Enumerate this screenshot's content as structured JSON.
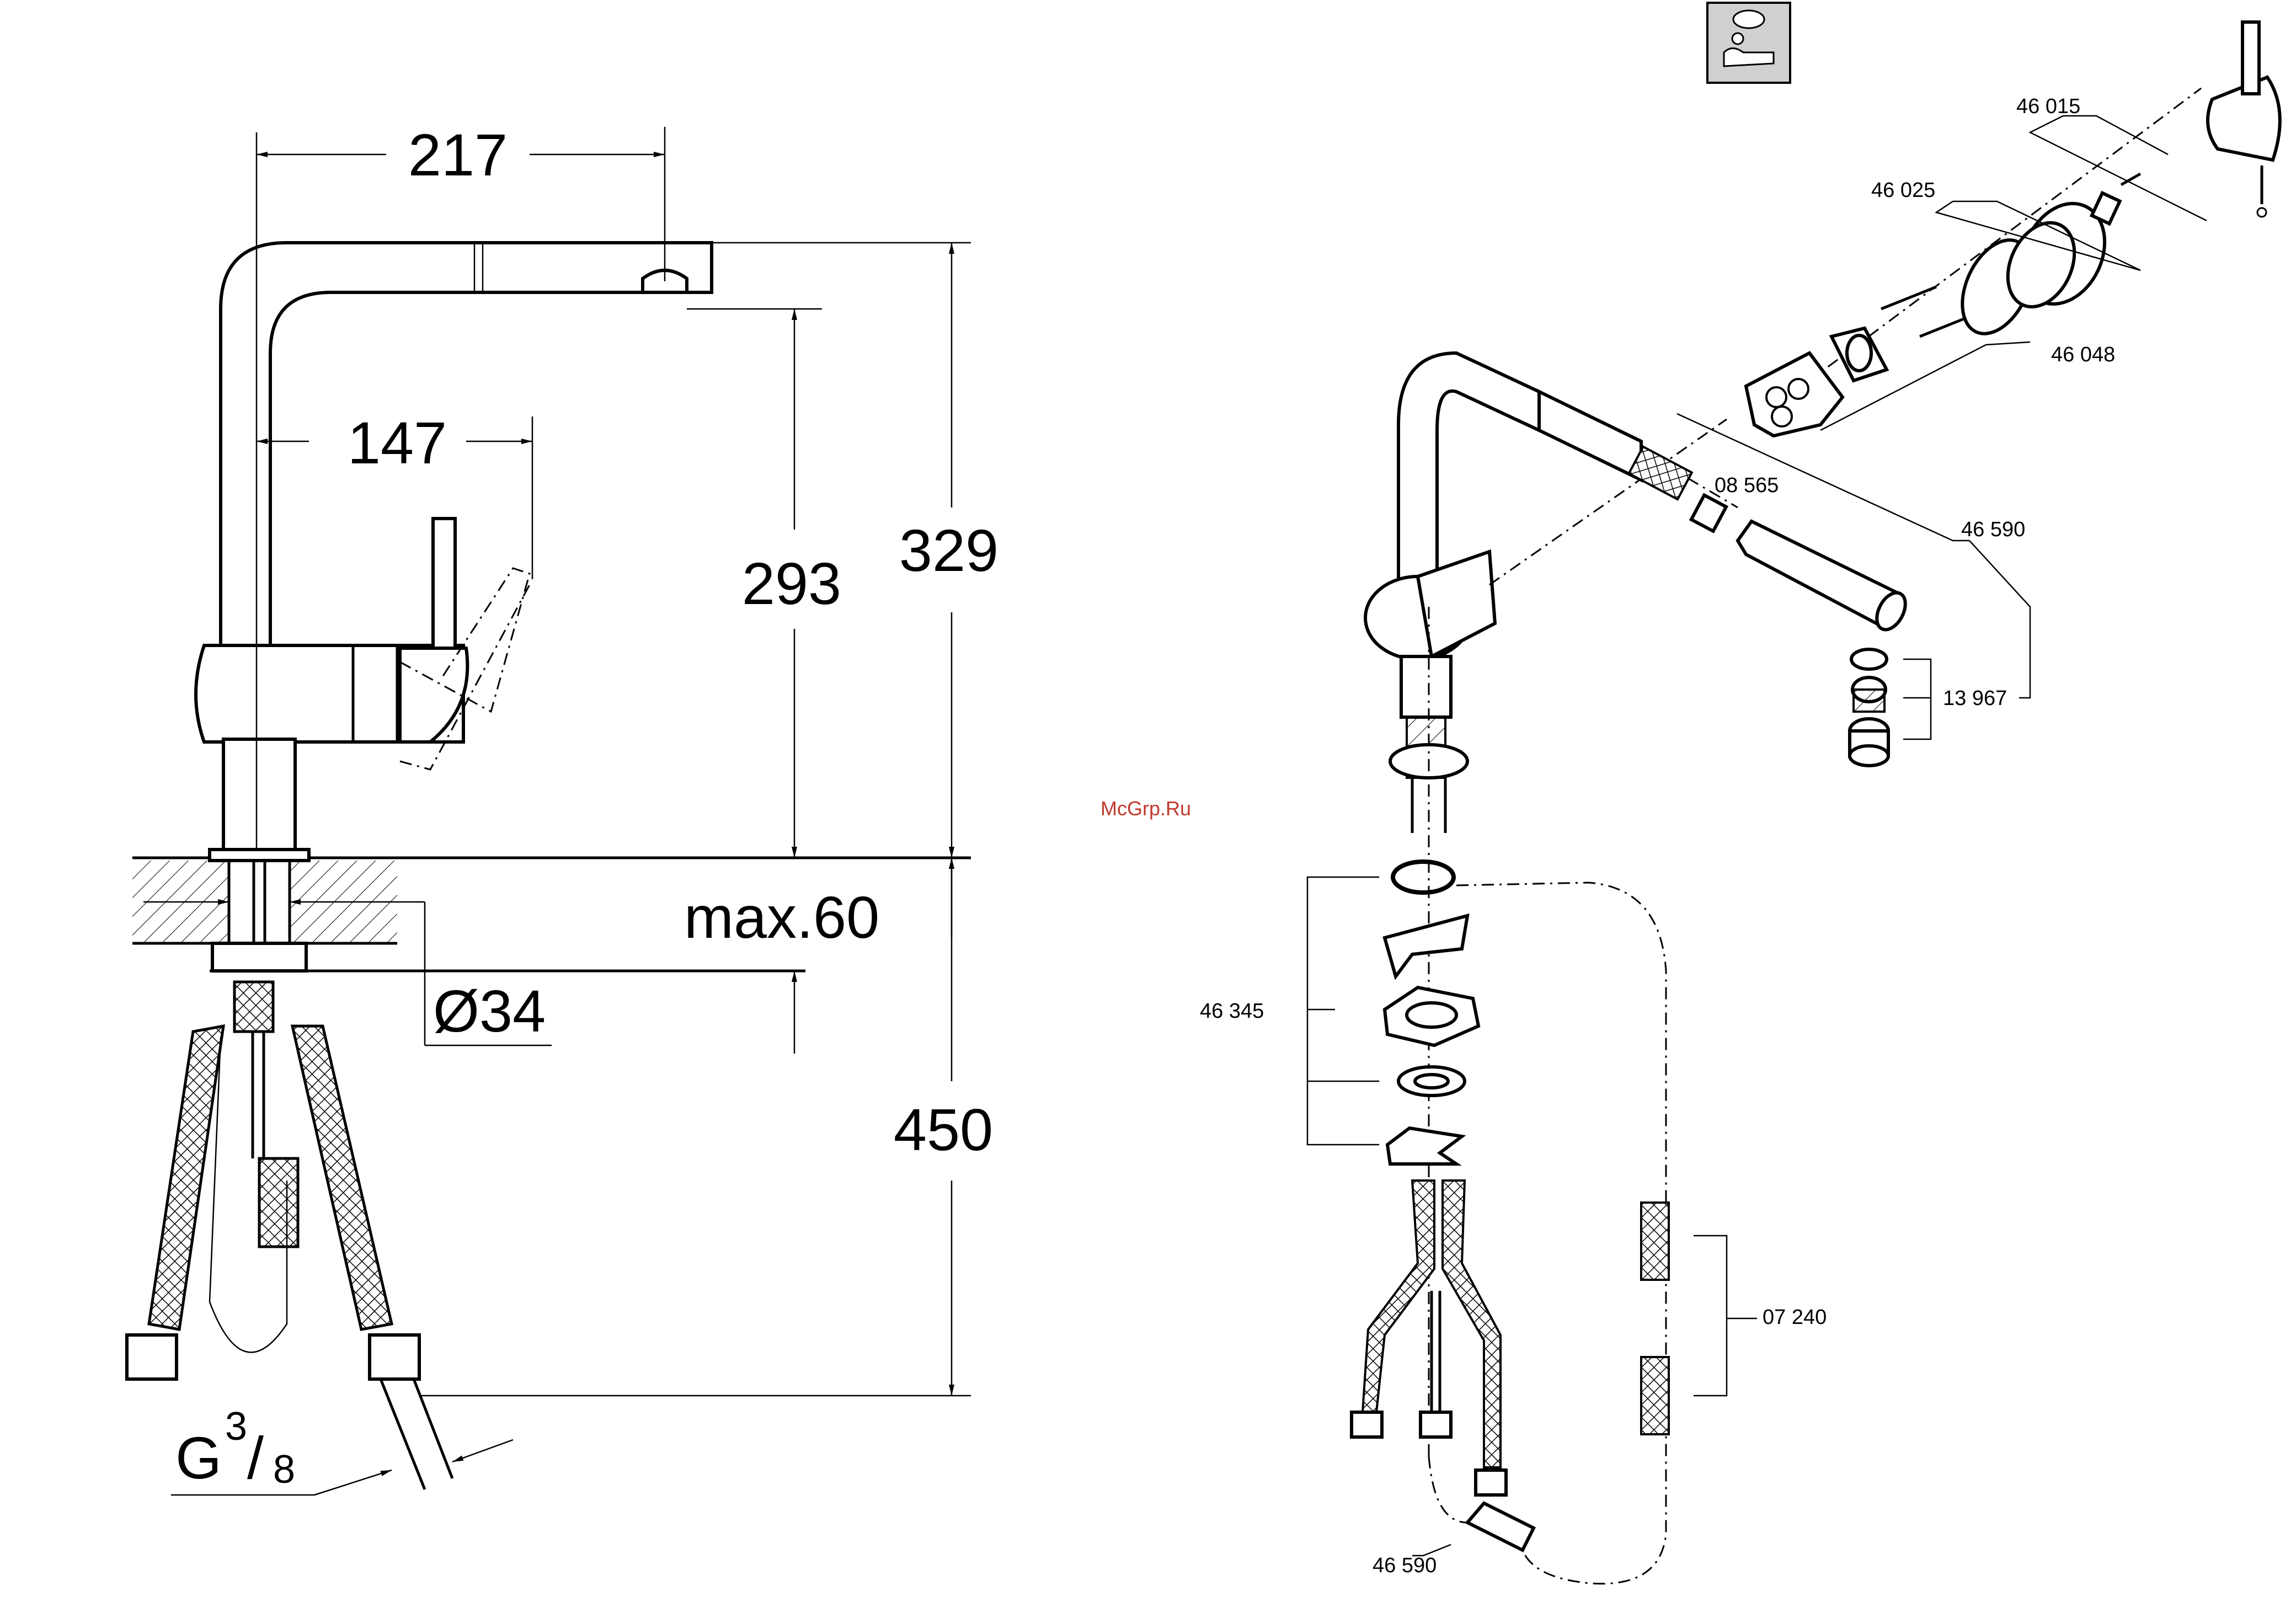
{
  "dimensions": {
    "d217": "217",
    "d147": "147",
    "d293": "293",
    "d329": "329",
    "max60": "max.60",
    "dia34": "Ø34",
    "d450": "450",
    "thread_g": "G",
    "thread_num": "3",
    "thread_den": "8"
  },
  "parts": {
    "p46015": "46 015",
    "p46025": "46 025",
    "p46048": "46 048",
    "p08565": "08 565",
    "p46590_top": "46 590",
    "p13967": "13 967",
    "p46345": "46 345",
    "p07240": "07 240",
    "p46590_bottom": "46 590"
  },
  "watermark": "McGrp.Ru",
  "icons": {
    "top_badge": "lever-mixer-icon"
  }
}
